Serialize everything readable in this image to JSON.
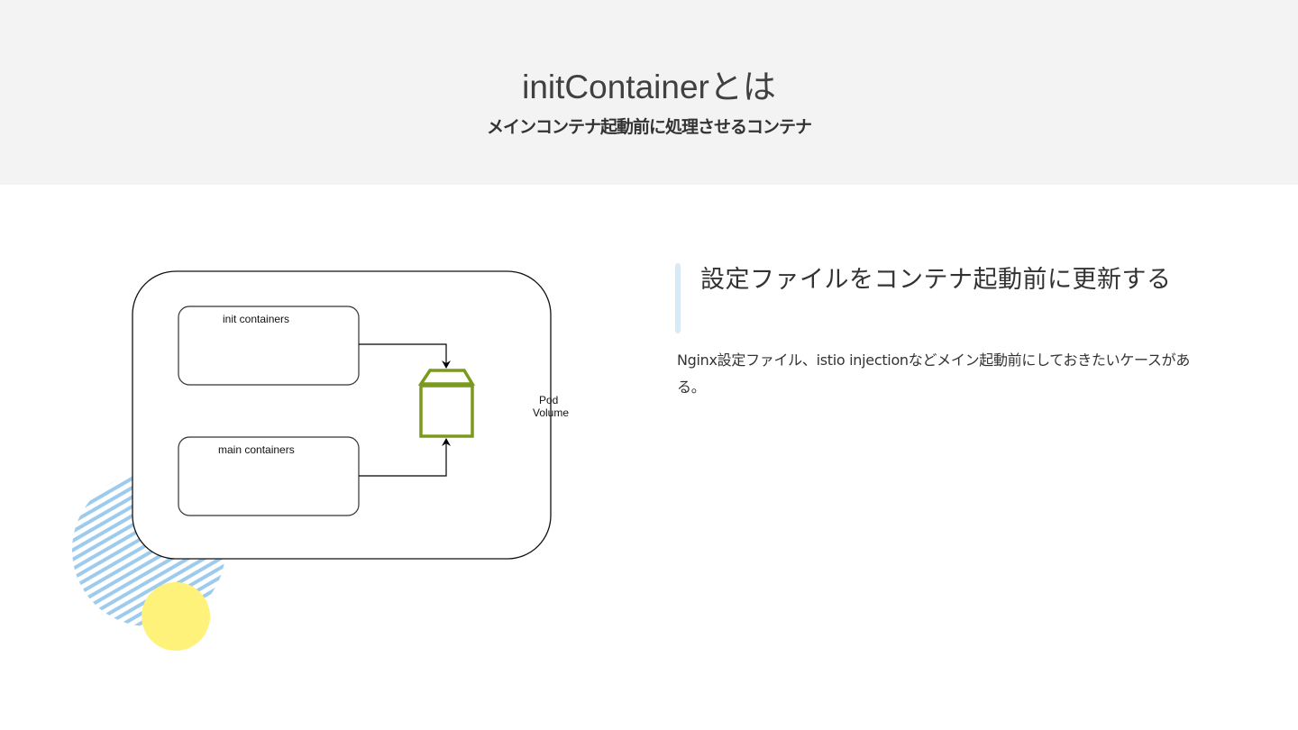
{
  "header": {
    "title": "initContainerとは",
    "subtitle": "メインコンテナ起動前に処理させるコンテナ"
  },
  "diagram": {
    "init_label": "init containers",
    "main_label": "main containers",
    "pod_label": "Pod",
    "volume_label": "Volume",
    "colors": {
      "volume_icon": "#7a9a1e",
      "stripes": "#9dcbed",
      "yellow_circle": "#fff27a"
    }
  },
  "content": {
    "heading": "設定ファイルをコンテナ起動前に更新する",
    "body": "Nginx設定ファイル、istio injectionなどメイン起動前にしておきたいケースがある。",
    "accent_color": "#d7eaf8"
  }
}
